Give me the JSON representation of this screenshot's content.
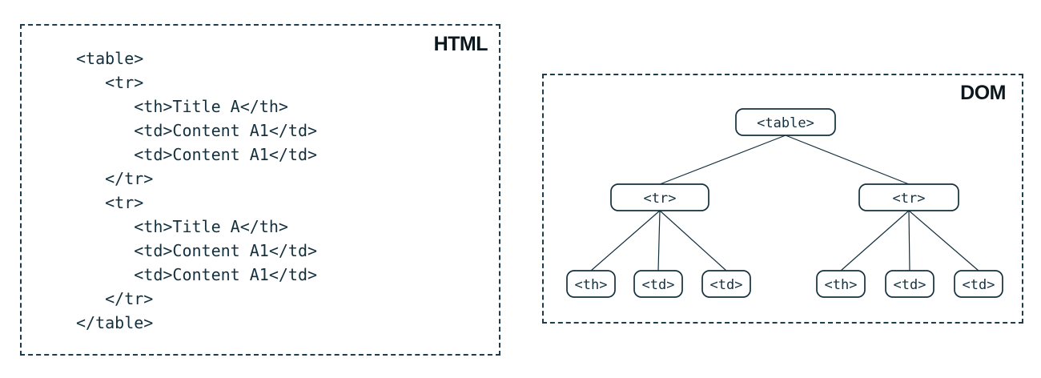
{
  "html_panel": {
    "label": "HTML",
    "code_lines": [
      "<table>",
      "   <tr>",
      "      <th>Title A</th>",
      "      <td>Content A1</td>",
      "      <td>Content A1</td>",
      "   </tr>",
      "   <tr>",
      "      <th>Title A</th>",
      "      <td>Content A1</td>",
      "      <td>Content A1</td>",
      "   </tr>",
      "</table>"
    ]
  },
  "dom_panel": {
    "label": "DOM",
    "tree": {
      "root": "<table>",
      "row_left": "<tr>",
      "row_right": "<tr>",
      "leaf_left_1": "<th>",
      "leaf_left_2": "<td>",
      "leaf_left_3": "<td>",
      "leaf_right_1": "<th>",
      "leaf_right_2": "<td>",
      "leaf_right_3": "<td>"
    }
  },
  "colors": {
    "panel_border": "#1d3c4e",
    "code_text": "#14303e",
    "node_border": "#14303e",
    "node_fill": "#ffffff",
    "label_text": "#0b161d",
    "background": "#ffffff"
  }
}
